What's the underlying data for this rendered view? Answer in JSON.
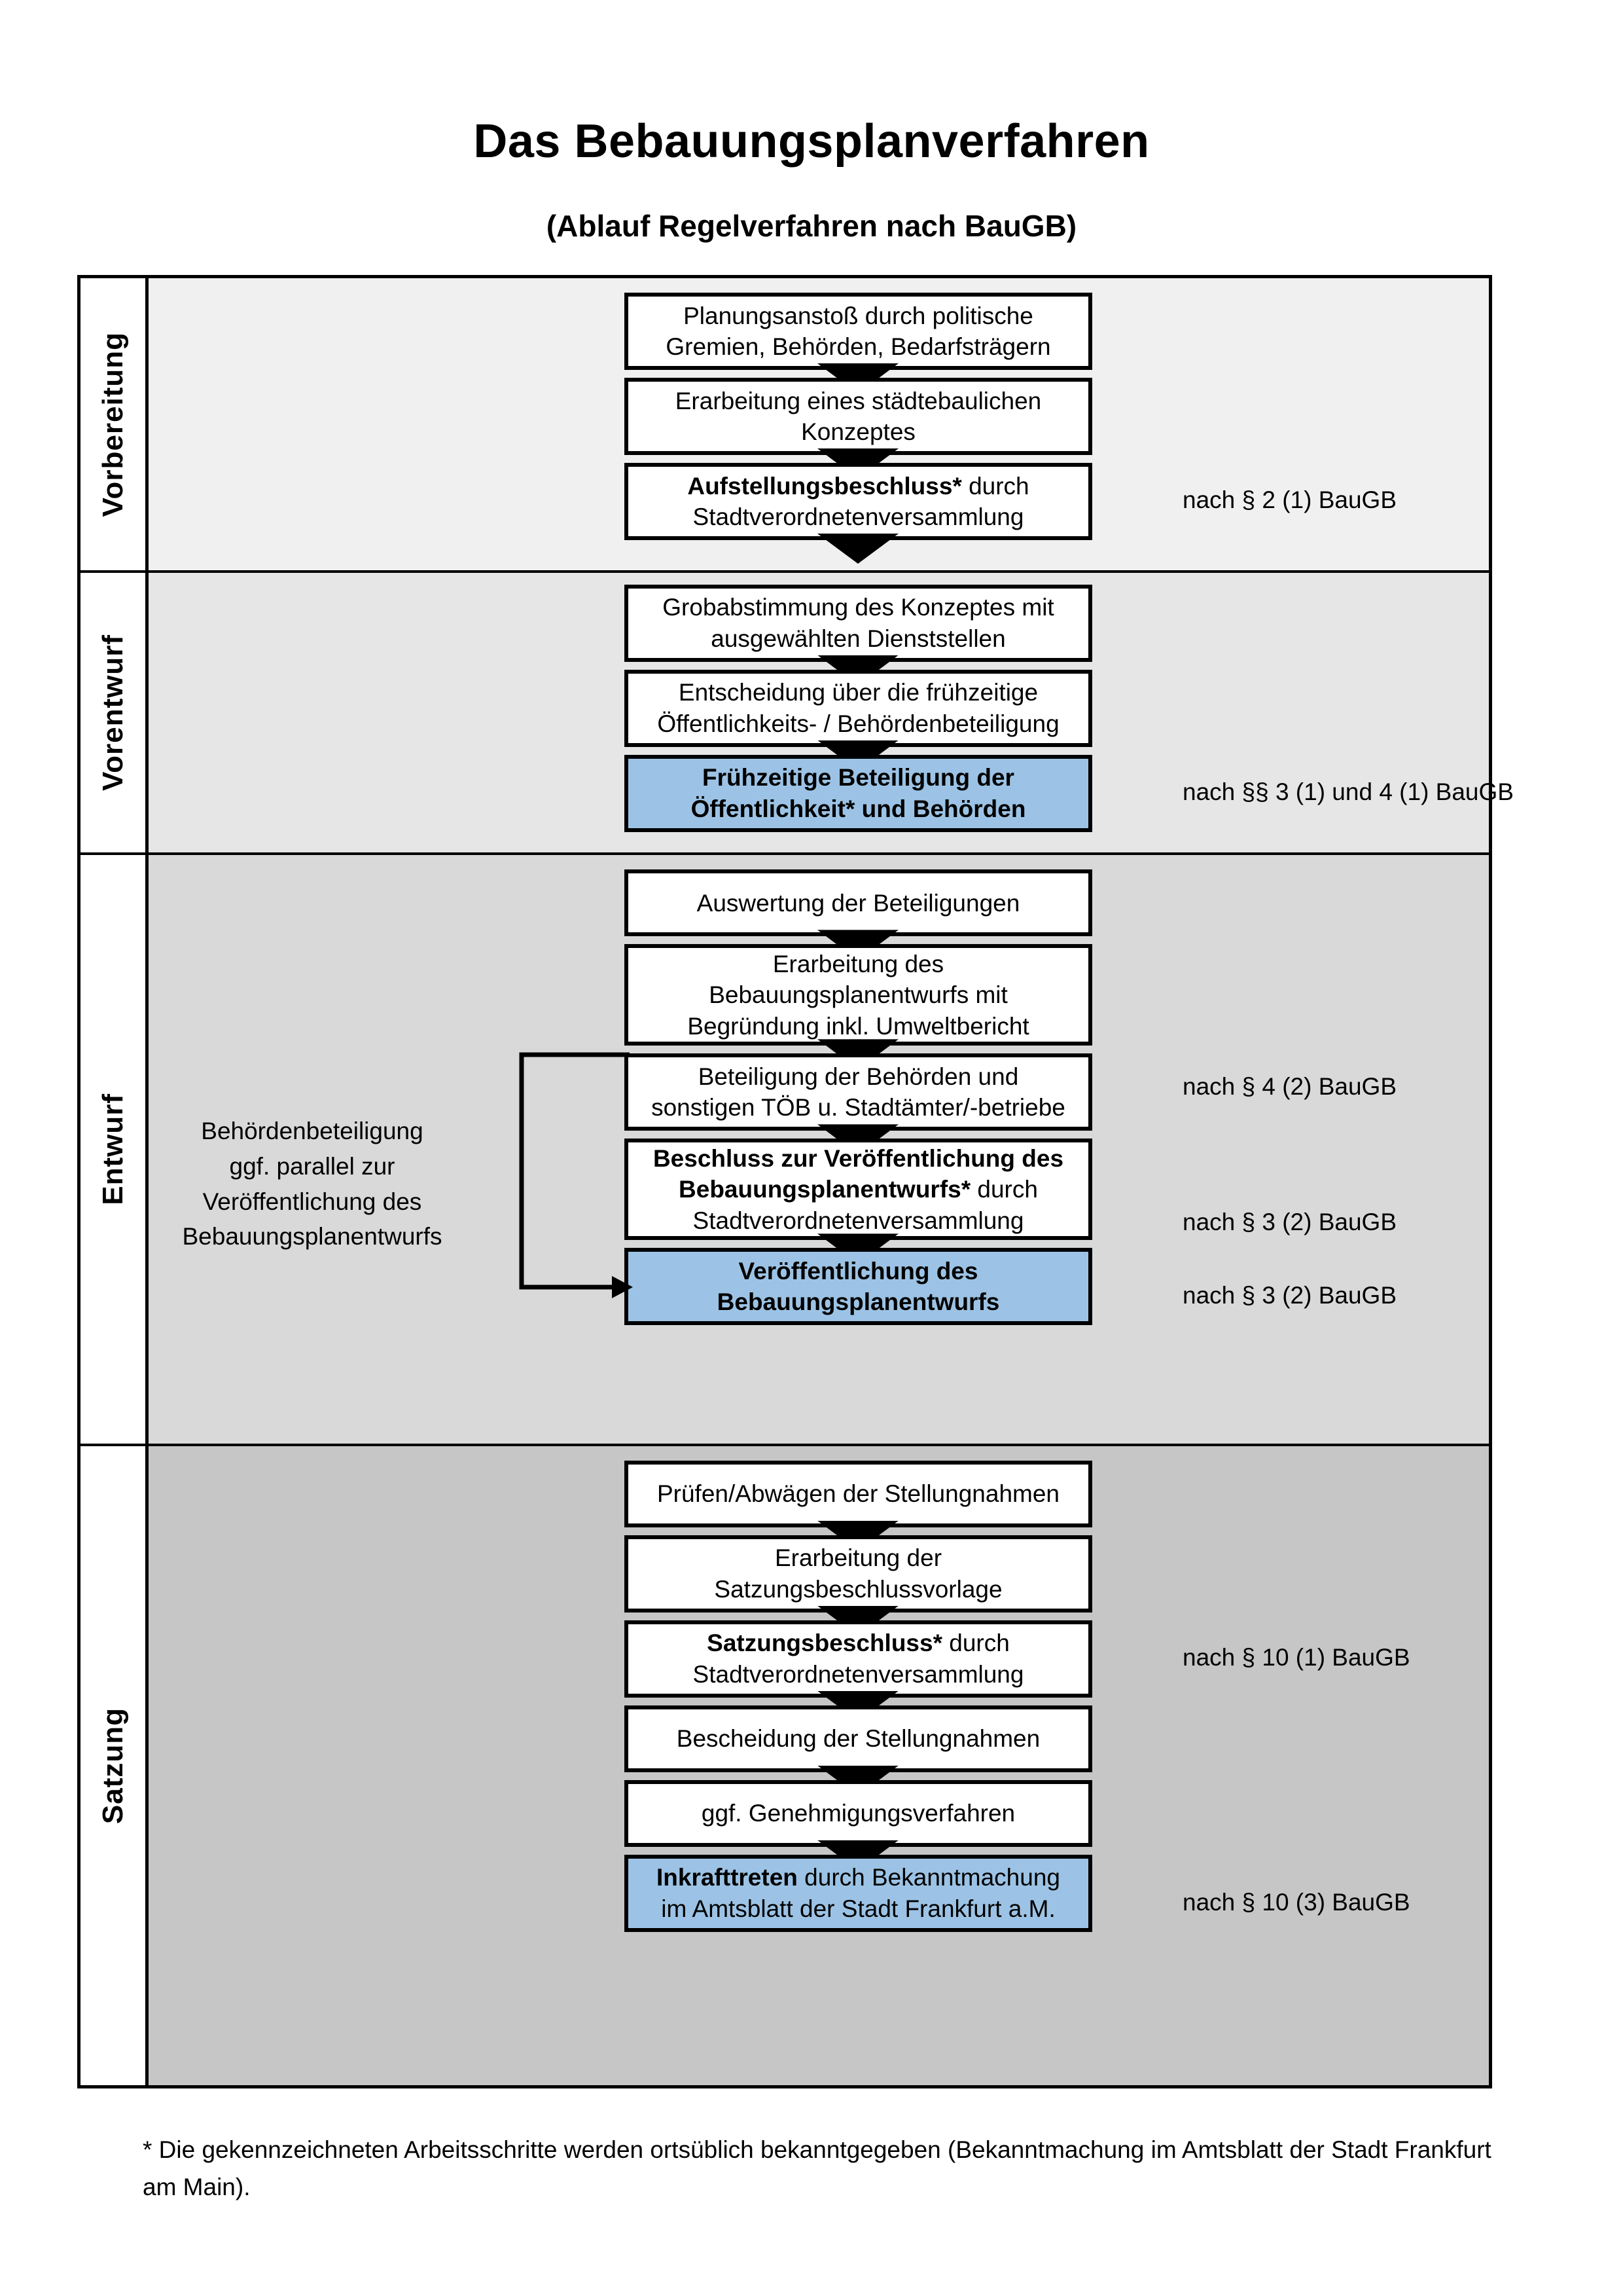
{
  "title": "Das Bebauungsplanverfahren",
  "subtitle": "(Ablauf Regelverfahren nach BauGB)",
  "phases": [
    {
      "label": "Vorbereitung"
    },
    {
      "label": "Vorentwurf"
    },
    {
      "label": "Entwurf"
    },
    {
      "label": "Satzung"
    }
  ],
  "steps": {
    "s1_l1": "Planungsanstoß durch politische",
    "s1_l2": "Gremien, Behörden, Bedarfsträgern",
    "s2_l1": "Erarbeitung eines städtebaulichen",
    "s2_l2": "Konzeptes",
    "s3_bold": "Aufstellungsbeschluss*",
    "s3_rest": " durch",
    "s3_l2": "Stadtverordnetenversammlung",
    "s4_l1": "Grobabstimmung des Konzeptes mit",
    "s4_l2": "ausgewählten Dienststellen",
    "s5_l1": "Entscheidung über die frühzeitige",
    "s5_l2": "Öffentlichkeits- / Behördenbeteiligung",
    "s6_l1": "Frühzeitige Beteiligung der",
    "s6_l2": "Öffentlichkeit* und Behörden",
    "s7_l1": "Auswertung der Beteiligungen",
    "s8_l1": "Erarbeitung des",
    "s8_l2": "Bebauungsplanentwurfs mit",
    "s8_l3": "Begründung inkl. Umweltbericht",
    "s9_l1": "Beteiligung der Behörden und",
    "s9_l2": "sonstigen TÖB u. Stadtämter/-betriebe",
    "s10_b1": "Beschluss zur Veröffentlichung des",
    "s10_b2": "Bebauungsplanentwurfs*",
    "s10_rest": " durch",
    "s10_l3": "Stadtverordnetenversammlung",
    "s11_l1": "Veröffentlichung des",
    "s11_l2": "Bebauungsplanentwurfs",
    "s12_l1": "Prüfen/Abwägen der Stellungnahmen",
    "s13_l1": "Erarbeitung der",
    "s13_l2": "Satzungsbeschlussvorlage",
    "s14_bold": "Satzungsbeschluss*",
    "s14_rest": " durch",
    "s14_l2": "Stadtverordnetenversammlung",
    "s15_l1": "Bescheidung der Stellungnahmen",
    "s16_l1": "ggf. Genehmigungsverfahren",
    "s17_bold": "Inkrafttreten",
    "s17_rest": " durch Bekanntmachung",
    "s17_l2": "im Amtsblatt der Stadt Frankfurt a.M."
  },
  "law_refs": {
    "r1": "nach § 2 (1) BauGB",
    "r2": "nach §§ 3 (1) und 4 (1) BauGB",
    "r3": "nach § 4 (2) BauGB",
    "r4": "nach § 3 (2) BauGB",
    "r5": "nach § 3 (2) BauGB",
    "r6": "nach § 10 (1) BauGB",
    "r7": "nach § 10 (3) BauGB"
  },
  "sidenote": {
    "l1": "Behördenbeteiligung",
    "l2": "ggf. parallel zur",
    "l3": "Veröffentlichung des",
    "l4": "Bebauungsplanentwurfs"
  },
  "footnote": "* Die gekennzeichneten Arbeitsschritte werden ortsüblich bekanntgegeben (Bekanntmachung im Amtsblatt  der Stadt Frankfurt am Main).",
  "colors": {
    "highlight": "#9cc3e5",
    "phase1_bg": "#f0f0f0",
    "phase2_bg": "#e6e6e6",
    "phase3_bg": "#d9d9d9",
    "phase4_bg": "#c6c6c6",
    "border": "#000000"
  }
}
